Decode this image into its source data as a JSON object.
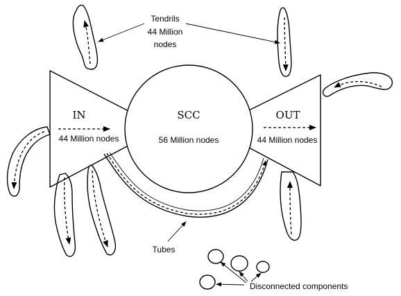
{
  "diagram": {
    "scc": {
      "label": "SCC",
      "count": "56 Million nodes"
    },
    "in": {
      "label": "IN",
      "count": "44 Million nodes"
    },
    "out": {
      "label": "OUT",
      "count": "44 Million nodes"
    },
    "tendrils": {
      "line1": "Tendrils",
      "line2": "44 Million",
      "line3": "nodes"
    },
    "tubes": {
      "label": "Tubes"
    },
    "disconnected": {
      "label": "Disconnected components"
    }
  }
}
